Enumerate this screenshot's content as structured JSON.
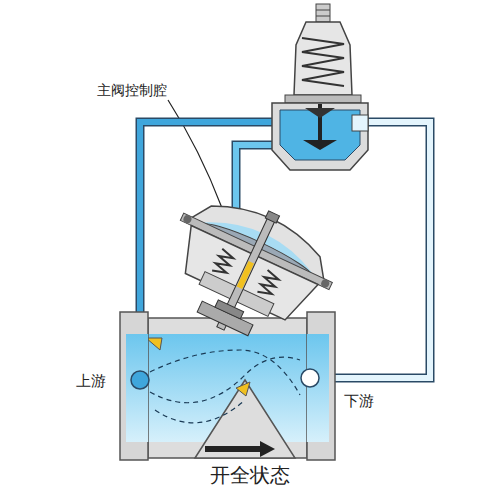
{
  "diagram": {
    "caption": "开全状态",
    "labels": [
      "主阀控制腔",
      "上游",
      "下游"
    ]
  }
}
